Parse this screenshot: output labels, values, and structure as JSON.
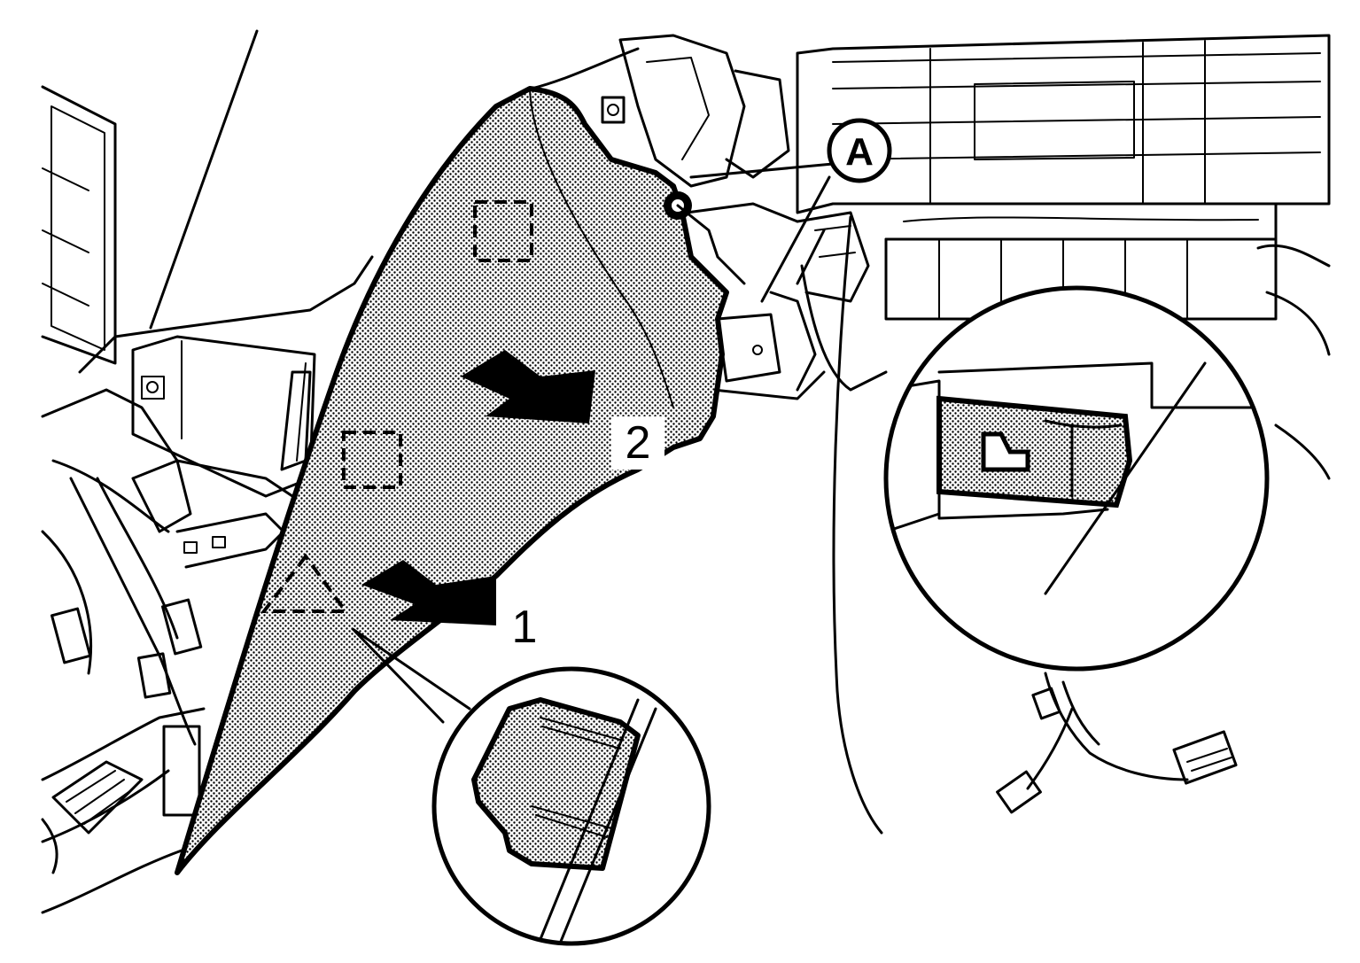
{
  "callouts": {
    "detail_a": "A"
  },
  "steps": [
    {
      "label": "1"
    },
    {
      "label": "2"
    }
  ],
  "colors": {
    "line": "#000000",
    "background": "#ffffff",
    "shading": "#000000"
  }
}
